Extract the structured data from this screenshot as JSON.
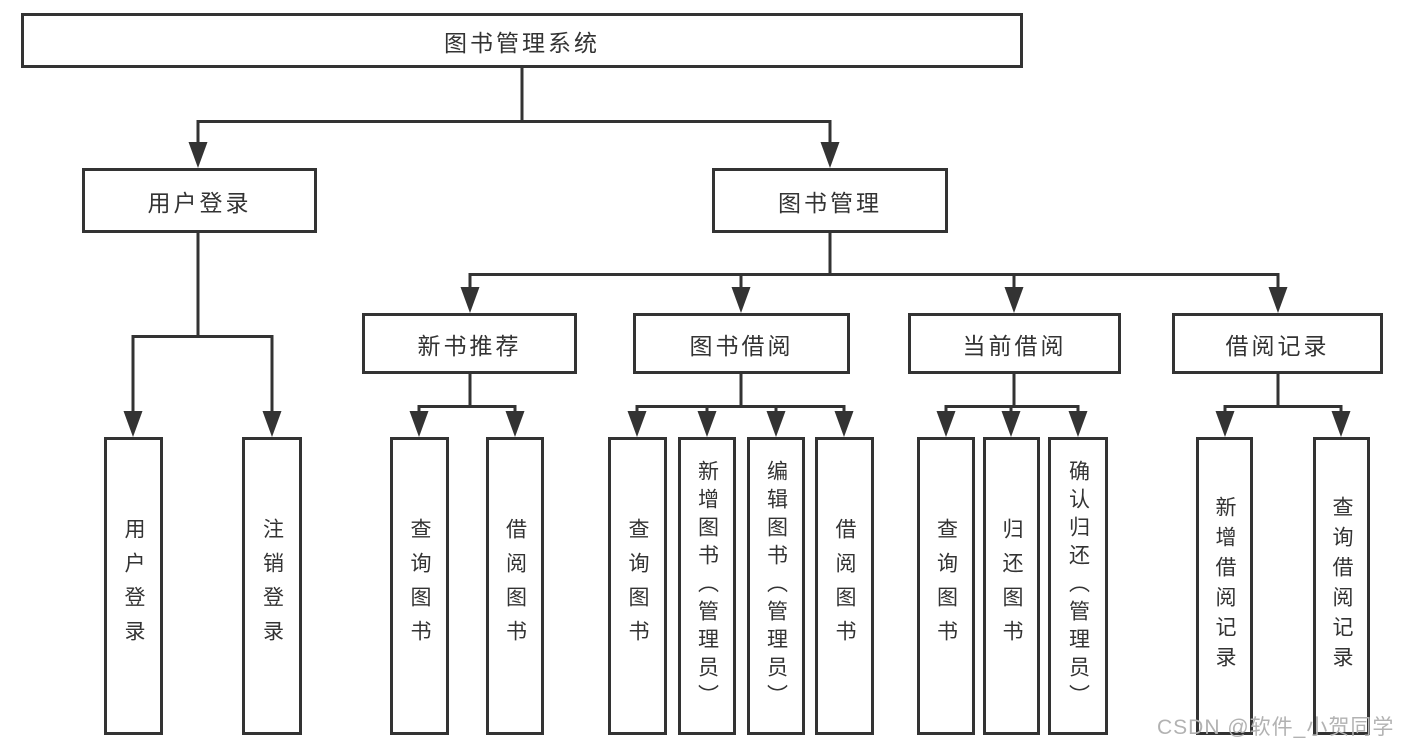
{
  "title": {
    "label": "图书管理系统"
  },
  "level2": {
    "login": {
      "label": "用户登录"
    },
    "mgmt": {
      "label": "图书管理"
    }
  },
  "level3": {
    "newbook": {
      "label": "新书推荐"
    },
    "borrow": {
      "label": "图书借阅"
    },
    "current": {
      "label": "当前借阅"
    },
    "records": {
      "label": "借阅记录"
    }
  },
  "leaves": {
    "login": [
      "用户登录",
      "注销登录"
    ],
    "newbook": [
      "查询图书",
      "借阅图书"
    ],
    "borrow": [
      "查询图书",
      "新增图书（管理员）",
      "编辑图书（管理员）",
      "借阅图书"
    ],
    "current": [
      "查询图书",
      "归还图书",
      "确认归还（管理员）"
    ],
    "records": [
      "新增借阅记录",
      "查询借阅记录"
    ]
  },
  "watermark": {
    "text": "CSDN @软件_小贺同学",
    "color": "#b2b2b2"
  },
  "colors": {
    "line": "#333333",
    "background": "#ffffff"
  }
}
